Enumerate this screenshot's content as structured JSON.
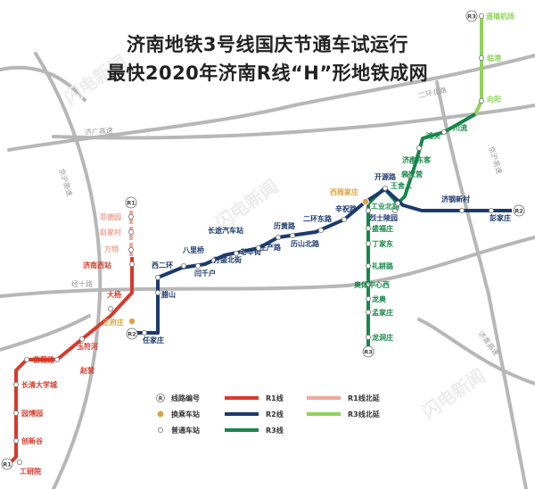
{
  "title": {
    "line1": "济南地铁3号线国庆节通车试运行",
    "line2": "最快2020年济南R线“H”形地铁成网"
  },
  "roads": {
    "erhuan_bei": "二环北路",
    "jiguang": "济广高速",
    "jingshi": "经十路",
    "jinghu_w": "京沪高速",
    "jinghu_e": "京沪高速",
    "jingtai": "济青高速"
  },
  "watermark": "闪电新闻",
  "badges": {
    "r1": "R1",
    "r2": "R2",
    "r3": "R3"
  },
  "stations": {
    "r1": [
      "工研院",
      "创新谷",
      "园博园",
      "长清大学城",
      "紫薇路",
      "赵营",
      "玉符河",
      "大杨",
      "济南西站"
    ],
    "r1_ext": [
      "方特",
      "赵家村",
      "菲德园"
    ],
    "r2": [
      "任家庄",
      "腊山",
      "西二环",
      "八里桥",
      "闫千户",
      "万盛北街",
      "长途汽车站",
      "老华街",
      "生产路",
      "历黄路",
      "历山北路",
      "二环东路",
      "辛祝路",
      "烈士陵园",
      "济钢新村",
      "彭家庄"
    ],
    "r3": [
      "龙洞庄",
      "孟家庄",
      "龙奥",
      "奥体中心西",
      "礼耕路",
      "丁家东",
      "盛福庄",
      "工业北路",
      "王舍人",
      "裴家营",
      "济南东客",
      "滩头",
      "川流"
    ],
    "r3_ext": [
      "向阳",
      "临港",
      "遥墙机场"
    ],
    "transfer": [
      "王府庄",
      "西周家庄"
    ],
    "shared": [
      "开源路"
    ]
  },
  "legend": {
    "badge": "R",
    "line_code": "线路编号",
    "transfer": "换乘车站",
    "normal": "普通车站",
    "r1": "R1线",
    "r2": "R2线",
    "r3": "R3线",
    "r1_ext": "R1线北延",
    "r3_ext": "R3线北延"
  },
  "colors": {
    "r1": "#d63a2a",
    "r1_ext": "#f0a89a",
    "r2": "#1b3a6e",
    "r3": "#16884a",
    "r3_ext": "#8fd457",
    "transfer": "#d9a441",
    "road": "#b7b7b7",
    "watermark": "#ececec"
  }
}
